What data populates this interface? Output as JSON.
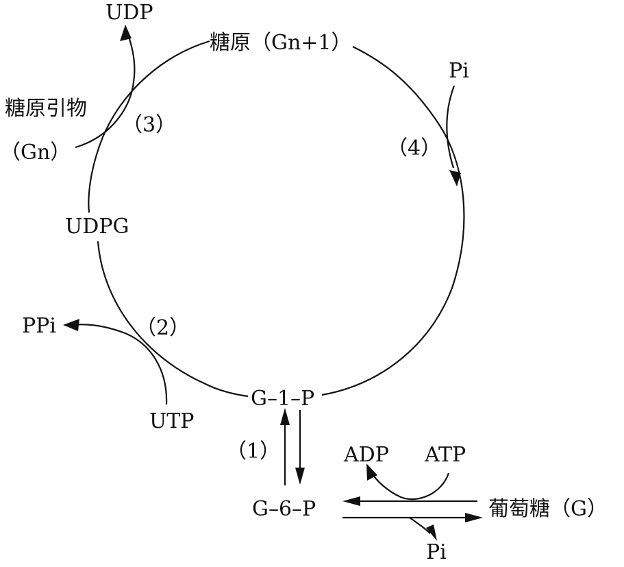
{
  "labels": {
    "udp": "UDP",
    "glycogen_n1": "糖原（Gn+1）",
    "pi_top": "Pi",
    "primer_line1": "糖原引物",
    "primer_line2": "（Gn）",
    "step3": "（3）",
    "step4": "（4）",
    "udpg": "UDPG",
    "ppi": "PPi",
    "step2": "（2）",
    "utp": "UTP",
    "g1p": "G–1–P",
    "step1": "（1）",
    "adp": "ADP",
    "atp": "ATP",
    "g6p": "G–6–P",
    "glucose": "葡萄糖（G）",
    "pi_bottom": "Pi"
  },
  "colors": {
    "ink": "#111111",
    "background": "#ffffff"
  }
}
